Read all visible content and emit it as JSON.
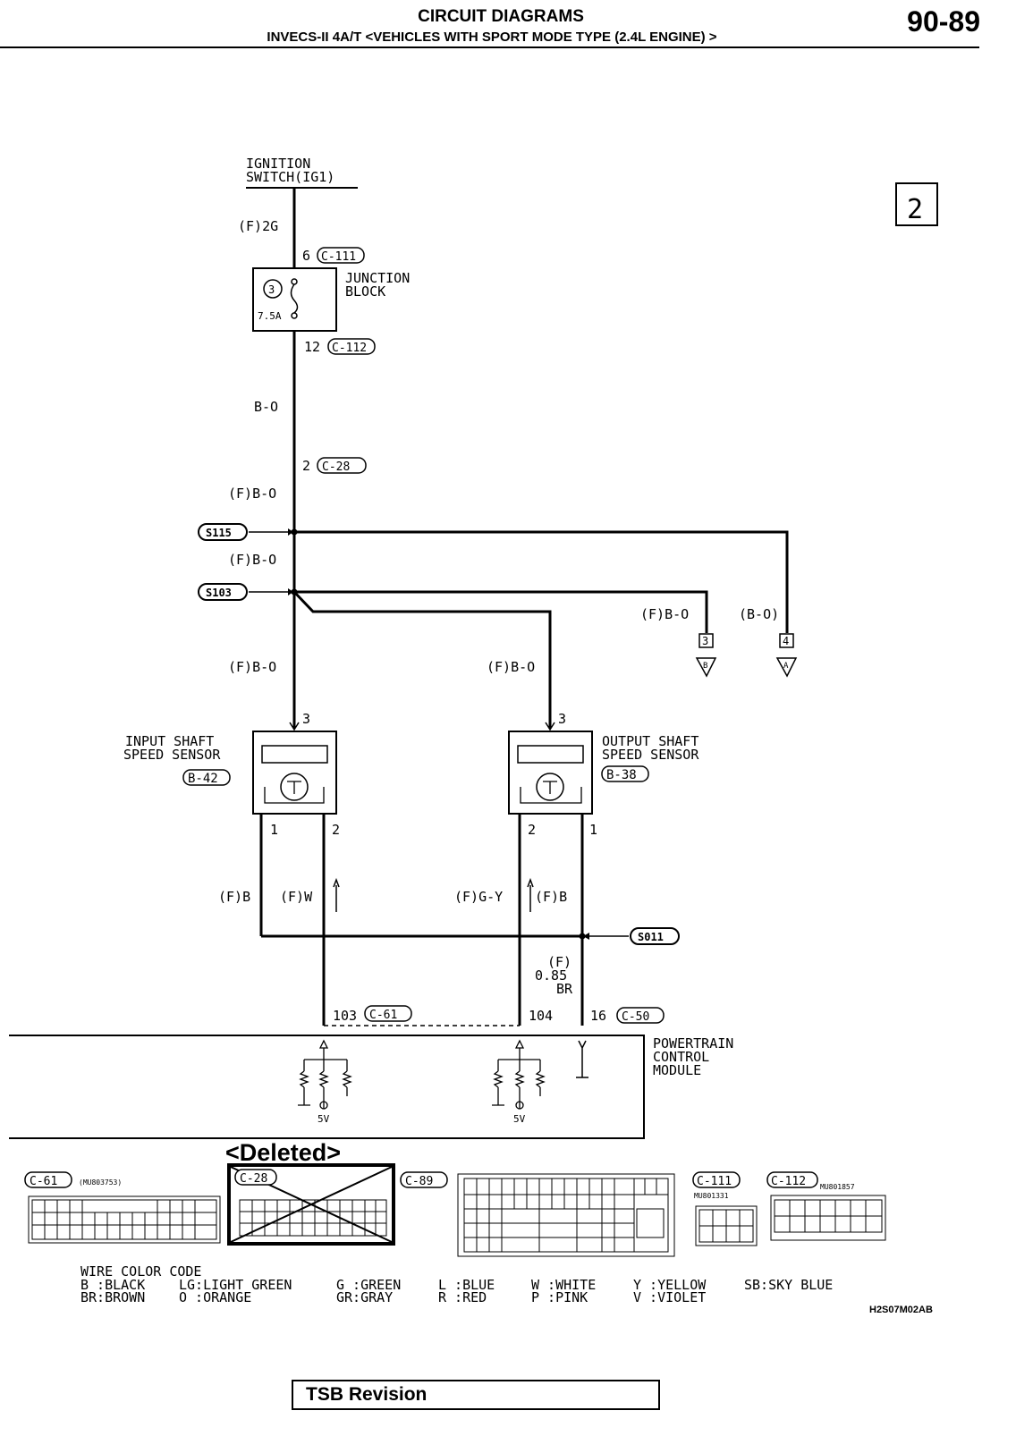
{
  "header": {
    "title": "CIRCUIT DIAGRAMS",
    "subtitle": "INVECS-II 4A/T <VEHICLES WITH SPORT MODE TYPE (2.4L ENGINE) >",
    "page_number": "90-89"
  },
  "sheet_number": "2",
  "ignition": {
    "line1": "IGNITION",
    "line2": "SWITCH(IG1)"
  },
  "wires": {
    "w1": "(F)2G",
    "w2": "B-O",
    "w3": "(F)B-O",
    "w4": "(F)B-O",
    "w5": "(F)B-O",
    "w6": "(F)B-O",
    "w7": "(F)B-O",
    "w8": "(B-O)",
    "w9": "(F)B",
    "w10": "(F)W",
    "w11": "(F)G-Y",
    "w12": "(F)B",
    "w13_1": "(F)",
    "w13_2": "0.85",
    "w13_3": "BR"
  },
  "connectors": {
    "c111_pin": "6",
    "c111": "C-111",
    "c112_pin": "12",
    "c112": "C-112",
    "c28_pin": "2",
    "c28": "C-28",
    "c61_pin": "103",
    "c61": "C-61",
    "pin104": "104",
    "c50_pin": "16",
    "c50": "C-50"
  },
  "junction_block": {
    "line1": "JUNCTION",
    "line2": "BLOCK",
    "fuse_no": "3",
    "fuse_rating": "7.5A"
  },
  "splices": {
    "s115": "S115",
    "s103": "S103",
    "s011": "S011"
  },
  "terminals": {
    "t3": "3",
    "t3_letter": "B",
    "t4": "4",
    "t4_letter": "A"
  },
  "input_sensor": {
    "line1": "INPUT SHAFT",
    "line2": "SPEED SENSOR",
    "code": "B-42",
    "pin_top": "3",
    "pin_left": "1",
    "pin_right": "2"
  },
  "output_sensor": {
    "line1": "OUTPUT SHAFT",
    "line2": "SPEED SENSOR",
    "code": "B-38",
    "pin_top": "3",
    "pin_left": "2",
    "pin_right": "1"
  },
  "pcm": {
    "line1": "POWERTRAIN",
    "line2": "CONTROL",
    "line3": "MODULE",
    "volt1": "5V",
    "volt2": "5V"
  },
  "deleted_label": "<Deleted>",
  "connector_views": {
    "c61": "C-61",
    "c61_part": "(MU803753)",
    "c28": "C-28",
    "c89": "C-89",
    "c111": "C-111",
    "c111_part": "MU801331",
    "c112": "C-112",
    "c112_part": "MU801857"
  },
  "wire_color_code": {
    "title": "WIRE COLOR CODE",
    "col1": [
      "B :BLACK",
      "BR:BROWN"
    ],
    "col2": [
      "LG:LIGHT GREEN",
      "O :ORANGE"
    ],
    "col3": [
      "G :GREEN",
      "GR:GRAY"
    ],
    "col4": [
      "L :BLUE",
      "R :RED"
    ],
    "col5": [
      "W :WHITE",
      "P :PINK"
    ],
    "col6": [
      "Y :YELLOW",
      "V :VIOLET"
    ],
    "col7": [
      "SB:SKY BLUE"
    ]
  },
  "drawing_code": "H2S07M02AB",
  "tsb_revision": "TSB Revision"
}
